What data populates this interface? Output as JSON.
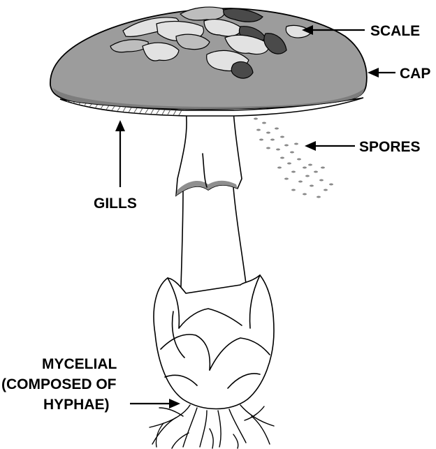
{
  "labels": {
    "scale": "SCALE",
    "cap": "CAP",
    "spores": "SPORES",
    "gills": "GILLS",
    "mycelial_line1": "MYCELIAL",
    "mycelial_line2": "(COMPOSED OF",
    "mycelial_line3": "HYPHAE)"
  },
  "colors": {
    "cap_fill": "#9c9c9c",
    "cap_edge": "#6f6f6f",
    "scale_light": "#e2e2e2",
    "scale_mid": "#bdbdbd",
    "scale_dark": "#4a4a4a",
    "spore": "#8a8a8a",
    "outline": "#000000"
  }
}
